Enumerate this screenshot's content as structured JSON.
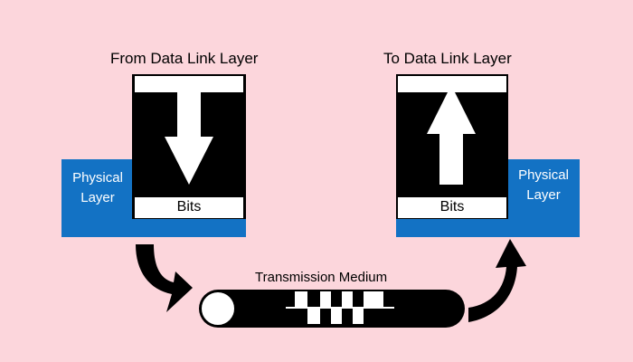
{
  "left": {
    "title": "From Data Link Layer",
    "physical_line1": "Physical",
    "physical_line2": "Layer",
    "bits_label": "Bits"
  },
  "right": {
    "title": "To Data Link Layer",
    "physical_line1": "Physical",
    "physical_line2": "Layer",
    "bits_label": "Bits"
  },
  "medium": {
    "label": "Transmission Medium"
  },
  "colors": {
    "background": "#fcd6dc",
    "physical_layer": "#1372c4",
    "block": "#000000",
    "arrow": "#ffffff"
  }
}
